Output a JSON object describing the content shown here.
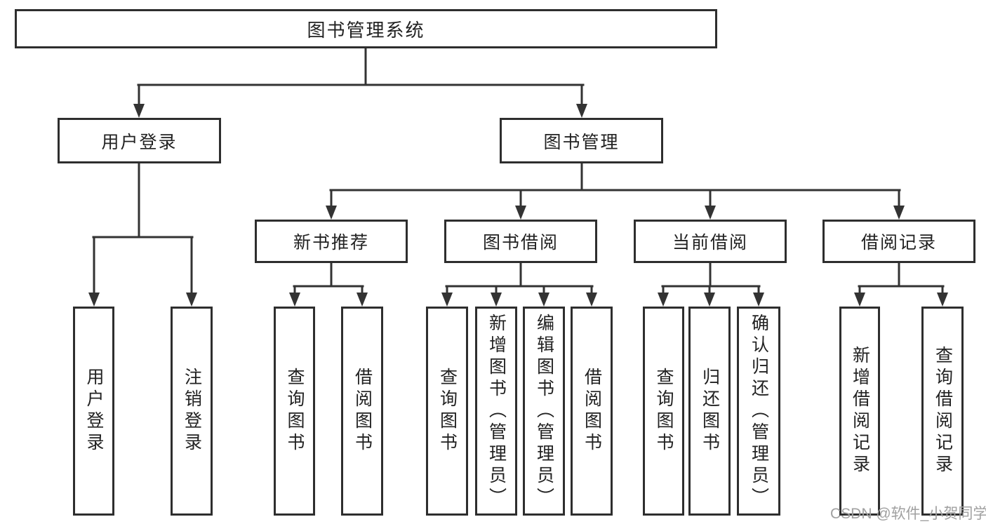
{
  "diagram": {
    "root": "图书管理系统",
    "branches": {
      "user_login": "用户登录",
      "book_mgmt": "图书管理"
    },
    "modules": {
      "new_book": "新书推荐",
      "borrow": "图书借阅",
      "current": "当前借阅",
      "records": "借阅记录"
    },
    "leaves": {
      "user_login": [
        "用户登录",
        "注销登录"
      ],
      "new_book": [
        "查询图书",
        "借阅图书"
      ],
      "borrow": [
        "查询图书",
        "新增图书（管理员）",
        "编辑图书（管理员）",
        "借阅图书"
      ],
      "current": [
        "查询图书",
        "归还图书",
        "确认归还（管理员）"
      ],
      "records": [
        "新增借阅记录",
        "查询借阅记录"
      ]
    }
  },
  "watermark": "CSDN @软件_小贺同学",
  "colors": {
    "line": "#333333",
    "border": "#2e2e2e",
    "text": "#222222",
    "watermark": "#a0a0a0",
    "background": "#ffffff"
  }
}
